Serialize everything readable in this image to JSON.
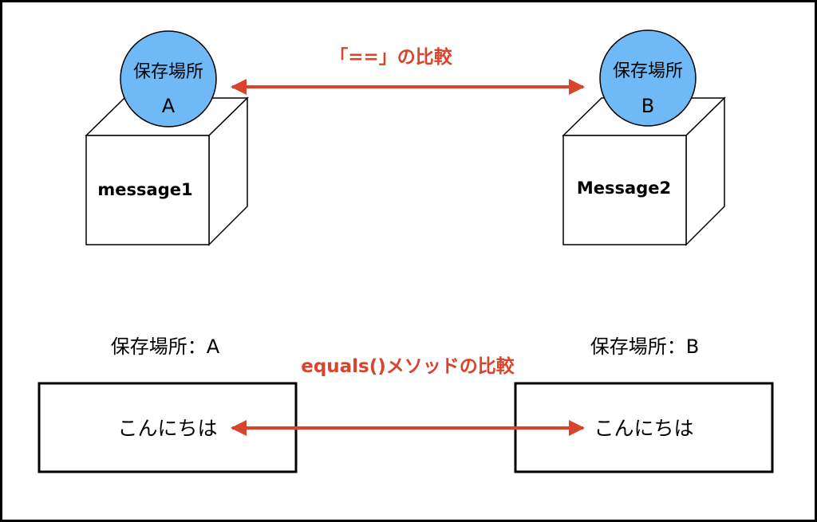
{
  "top": {
    "left": {
      "circle_line1": "保存場所",
      "circle_line2": "A",
      "box_label": "message1"
    },
    "right": {
      "circle_line1": "保存場所",
      "circle_line2": "B",
      "box_label": "Message2"
    },
    "comparison_label": "「==」の比較"
  },
  "bottom": {
    "left": {
      "location_label": "保存場所：A",
      "value": "こんにちは"
    },
    "right": {
      "location_label": "保存場所：B",
      "value": "こんにちは"
    },
    "comparison_label": "equals()メソッドの比較"
  },
  "colors": {
    "arrow": "#d8442c",
    "circle_fill": "#6fb9f6",
    "stroke": "#000000",
    "background": "#ffffff"
  }
}
